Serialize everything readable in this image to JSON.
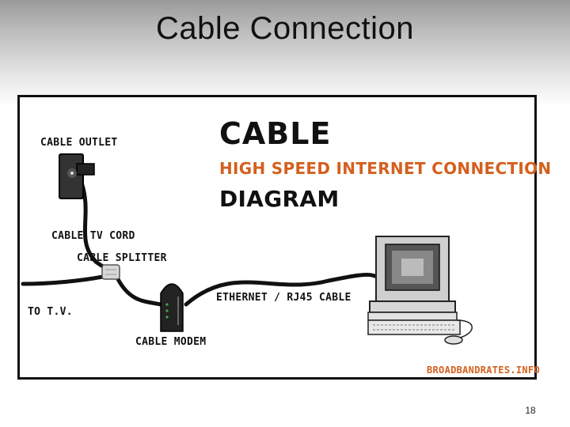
{
  "slide": {
    "title": "Cable Connection",
    "page_number": "18"
  },
  "diagram": {
    "heading": "CABLE",
    "subheading": "HIGH SPEED INTERNET CONNECTION",
    "heading_line3": "DIAGRAM",
    "labels": {
      "cable_outlet": "CABLE OUTLET",
      "cable_tv_cord": "CABLE TV CORD",
      "cable_splitter": "CABLE SPLITTER",
      "to_tv": "TO T.V.",
      "ethernet_cable": "ETHERNET / RJ45 CABLE",
      "cable_modem": "CABLE MODEM"
    },
    "source": "BROADBANDRATES.INFO",
    "accent_color": "#d4601e"
  }
}
